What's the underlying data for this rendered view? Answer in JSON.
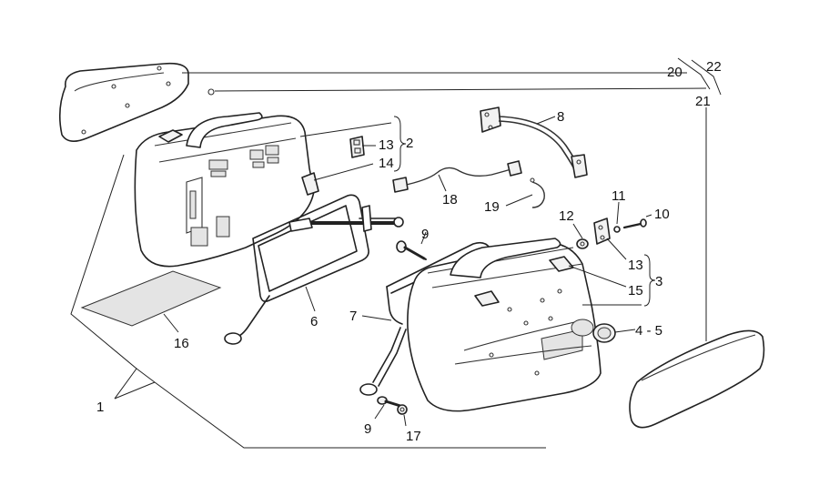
{
  "callouts": {
    "c1": "1",
    "c2": "2",
    "c3": "3",
    "c45": "4 - 5",
    "c6": "6",
    "c7": "7",
    "c8": "8",
    "c9a": "9",
    "c9b": "9",
    "c10": "10",
    "c11": "11",
    "c12": "12",
    "c13a": "13",
    "c13b": "13",
    "c14": "14",
    "c15": "15",
    "c16": "16",
    "c17": "17",
    "c18": "18",
    "c19": "19",
    "c20": "20",
    "c21": "21",
    "c22": "22"
  },
  "colors": {
    "line": "#222222",
    "fill": "#ffffff",
    "shade": "#e4e4e4"
  }
}
